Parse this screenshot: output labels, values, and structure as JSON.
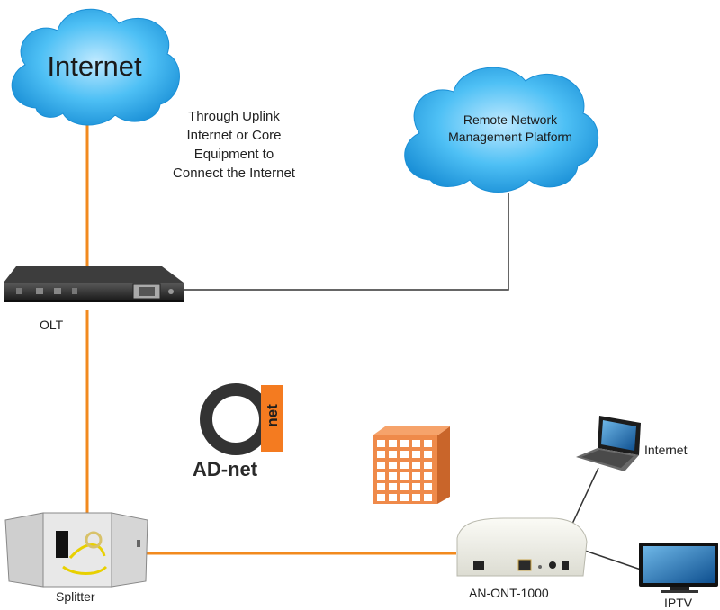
{
  "labels": {
    "internet_cloud": "Internet",
    "uplink_note": [
      "Through Uplink",
      "Internet or Core",
      "Equipment to",
      "Connect the Internet"
    ],
    "remote_cloud": [
      "Remote Network",
      "Management Platform"
    ],
    "olt": "OLT",
    "splitter": "Splitter",
    "ont": "AN-ONT-1000",
    "laptop": "Internet",
    "tv": "IPTV"
  },
  "logo": {
    "mark_text": "net",
    "brand": "AD-net"
  },
  "colors": {
    "cloud_fill": "#2aa6e6",
    "fiber_line": "#f28a1e",
    "mgmt_line": "#333333",
    "logo_orange": "#f47b20",
    "logo_dark": "#333333",
    "building": "#ef8a4a"
  }
}
